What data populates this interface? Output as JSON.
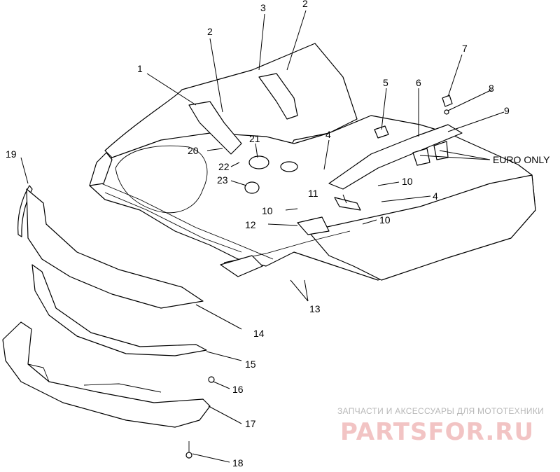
{
  "callouts": {
    "c1": "1",
    "c2a": "2",
    "c2b": "2",
    "c3": "3",
    "c4a": "4",
    "c4b": "4",
    "c5": "5",
    "c6": "6",
    "c7": "7",
    "c8": "8",
    "c9": "9",
    "c10a": "10",
    "c10b": "10",
    "c10c": "10",
    "c11": "11",
    "c12": "12",
    "c13": "13",
    "c14": "14",
    "c15": "15",
    "c16": "16",
    "c17": "17",
    "c18": "18",
    "c19": "19",
    "c20": "20",
    "c21": "21",
    "c22": "22",
    "c23": "23"
  },
  "note": {
    "euro_only": "EURO ONLY"
  },
  "watermark": {
    "subtitle": "ЗАПЧАСТИ И АКСЕССУАРЫ ДЛЯ МОТОТЕХНИКИ",
    "logo": "PARTSFOR.RU"
  },
  "colors": {
    "line": "#000000",
    "watermark_text": "#b8b8b8",
    "watermark_logo": "#f2c4c4"
  }
}
